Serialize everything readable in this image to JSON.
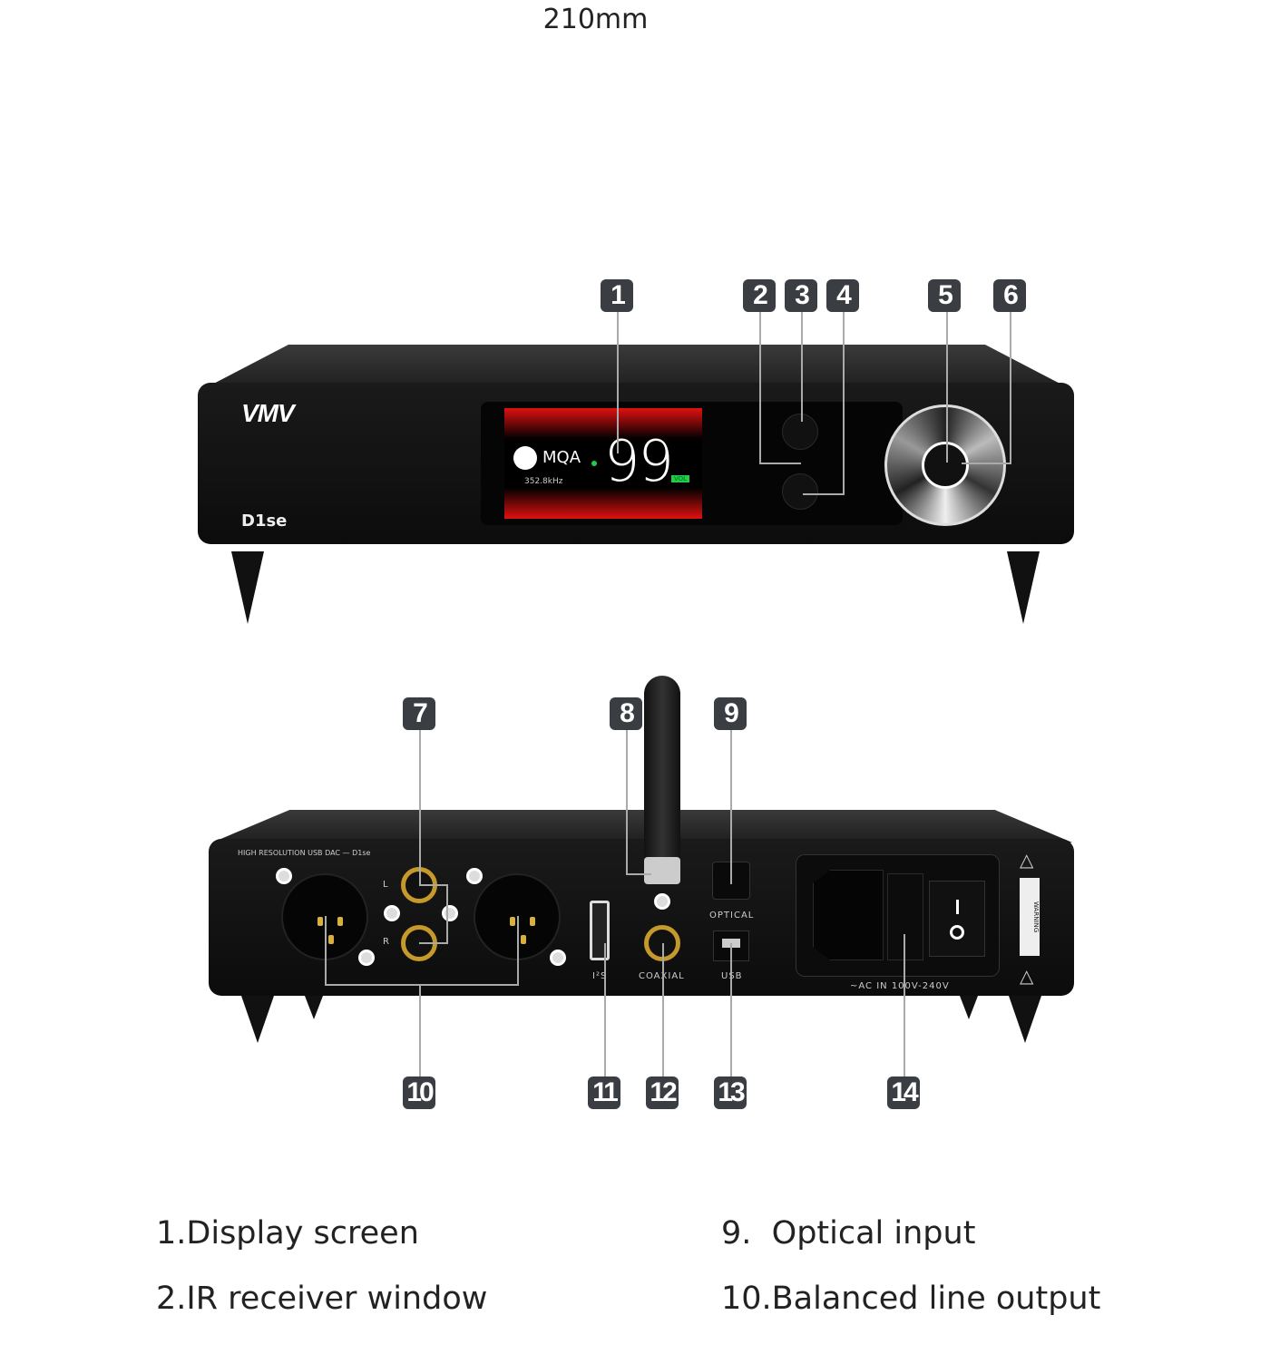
{
  "dimension_label": "210mm",
  "front": {
    "logo": "VMV",
    "model": "D1se",
    "screen": {
      "format": "MQA",
      "sample_rate": "352.8kHz",
      "volume": "99",
      "volume_tag": "VOL"
    }
  },
  "rear": {
    "header": "HIGH RESOLUTION USB DAC — D1se",
    "port_labels": {
      "left": "L",
      "right": "R",
      "iis": "I²S",
      "coaxial": "COAXIAL",
      "optical": "OPTICAL",
      "usb": "USB",
      "ac": "~AC IN 100V-240V",
      "warning": "WARNING"
    }
  },
  "callouts": [
    "1",
    "2",
    "3",
    "4",
    "5",
    "6",
    "7",
    "8",
    "9",
    "10",
    "11",
    "12",
    "13",
    "14"
  ],
  "legend": {
    "left": [
      "1.Display screen",
      "2.IR receiver window"
    ],
    "right": [
      "9.  Optical input",
      "10.Balanced line output"
    ]
  },
  "colors": {
    "badge": "#3a3d42",
    "screen_red": "#e01010",
    "vol_green": "#22cc44"
  }
}
